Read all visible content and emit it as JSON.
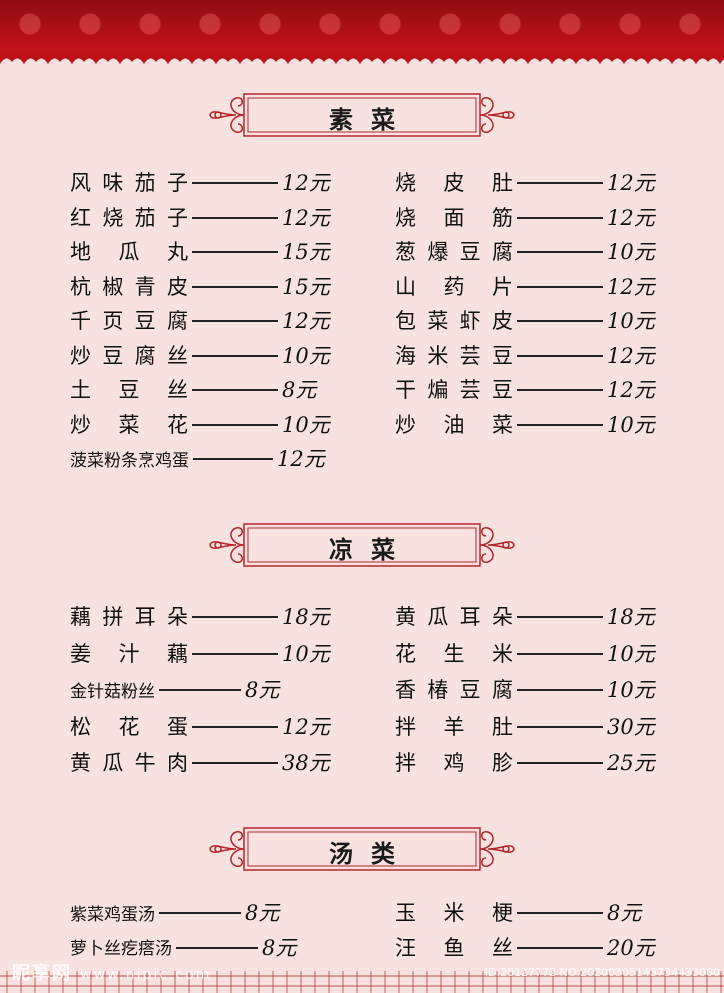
{
  "sections": [
    {
      "title": "素菜",
      "left": [
        {
          "name": "风味茄子",
          "price": "12元"
        },
        {
          "name": "红烧茄子",
          "price": "12元"
        },
        {
          "name": "地瓜丸",
          "price": "15元"
        },
        {
          "name": "杭椒青皮",
          "price": "15元"
        },
        {
          "name": "千页豆腐",
          "price": "12元"
        },
        {
          "name": "炒豆腐丝",
          "price": "10元"
        },
        {
          "name": "土豆丝",
          "price": "8元"
        },
        {
          "name": "炒菜花",
          "price": "10元"
        },
        {
          "name": "菠菜粉条烹鸡蛋",
          "price": "12元"
        }
      ],
      "right": [
        {
          "name": "烧皮肚",
          "price": "12元"
        },
        {
          "name": "烧面筋",
          "price": "12元"
        },
        {
          "name": "葱爆豆腐",
          "price": "10元"
        },
        {
          "name": "山药片",
          "price": "12元"
        },
        {
          "name": "包菜虾皮",
          "price": "10元"
        },
        {
          "name": "海米芸豆",
          "price": "12元"
        },
        {
          "name": "干煸芸豆",
          "price": "12元"
        },
        {
          "name": "炒油菜",
          "price": "10元"
        }
      ]
    },
    {
      "title": "凉菜",
      "left": [
        {
          "name": "藕拼耳朵",
          "price": "18元"
        },
        {
          "name": "姜汁藕",
          "price": "10元"
        },
        {
          "name": "金针菇粉丝",
          "price": "8元"
        },
        {
          "name": "松花蛋",
          "price": "12元"
        },
        {
          "name": "黄瓜牛肉",
          "price": "38元"
        }
      ],
      "right": [
        {
          "name": "黄瓜耳朵",
          "price": "18元"
        },
        {
          "name": "花生米",
          "price": "10元"
        },
        {
          "name": "香椿豆腐",
          "price": "10元"
        },
        {
          "name": "拌羊肚",
          "price": "30元"
        },
        {
          "name": "拌鸡胗",
          "price": "25元"
        }
      ]
    },
    {
      "title": "汤类",
      "left": [
        {
          "name": "紫菜鸡蛋汤",
          "price": "8元"
        },
        {
          "name": "萝卜丝疙瘩汤",
          "price": "8元"
        }
      ],
      "right": [
        {
          "name": "玉米梗",
          "price": "8元"
        },
        {
          "name": "汪鱼丝",
          "price": "20元"
        }
      ]
    }
  ],
  "watermark": {
    "brand": "昵享网",
    "url": "www.nipic.com",
    "id": "ID:28127772 NO:20200305143734433000"
  },
  "colors": {
    "background": "#f8e2df",
    "border_red": "#c3121c",
    "frame_red": "#b2262b"
  }
}
